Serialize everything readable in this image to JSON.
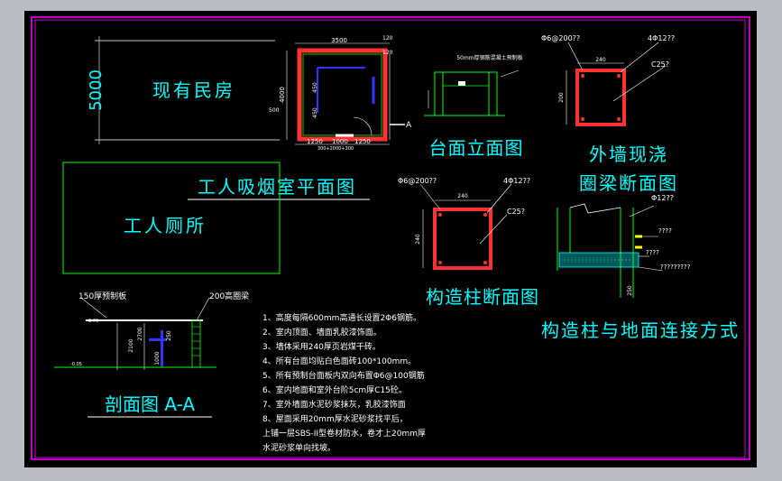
{
  "colors": {
    "background": "#000000",
    "border": "#ff00ff",
    "title": "#00ffff",
    "wall": "#ff3333",
    "green": "#00ff00",
    "dim": "#ffffff",
    "blue": "#3333ff",
    "yellow": "#ffff00"
  },
  "labels": {
    "existing_house": "现有民房",
    "height_5000": "5000",
    "plan_title": "工人吸烟室平面图",
    "toilet": "工人厕所",
    "counter_elevation": "台面立面图",
    "ring_beam_title_1": "外墙现浇",
    "ring_beam_title_2": "圈梁断面图",
    "column_section_title": "构造柱断面图",
    "column_ground_title": "构造柱与地面连接方式",
    "section_title": "剖面图 A-A",
    "section_marker": "A",
    "precast_slab": "150厚预制板",
    "ring_beam_200": "200高圈梁",
    "slab_note": "50mm厚钢筋混凝土预制板"
  },
  "dimensions": {
    "plan_width": "3500",
    "top_120a": "120",
    "top_120b": "120",
    "left_4000": "4000",
    "left_500": "500",
    "mid_450a": "450",
    "mid_450b": "450",
    "bot_1250a": "1250",
    "bot_1000": "1000",
    "bot_1250b": "1250",
    "bot_note": "300+2000+300",
    "ring_240": "240",
    "ring_200": "200",
    "column_240a": "240",
    "column_240b": "240",
    "sec_2100": "2100",
    "sec_2700": "2700",
    "sec_1000": "1000",
    "sec_250": "250",
    "sec_005": "-0.05",
    "sec_270": "2.70"
  },
  "rebar": {
    "ring_stirrup": "Φ6@200??",
    "ring_main": "4Φ12??",
    "ring_concrete": "C25?",
    "col_stirrup": "Φ6@200??",
    "col_main": "4Φ12??",
    "col_concrete": "C25?",
    "conn_bar": "Φ12??",
    "conn_q1": "????",
    "conn_q2": "????",
    "conn_q3": "?????????",
    "conn_250": "250"
  },
  "notes": [
    "1、高度每隔600mm高通长设置2Φ6钢筋。",
    "2、室内顶面、墙面乳胶漆饰面。",
    "3、墙体采用240厚页岩煤干砖。",
    "4、所有台面均贴白色面砖100*100mm。",
    "5、所有预制台面板内双向布置Φ6@100钢筋",
    "6、室内地面和室外台阶5cm厚C15砼。",
    "7、室外墙面水泥砂浆抹灰，乳胶漆饰面",
    "8、屋面采用20mm厚水泥砂浆找平后，",
    "上铺一层SBS-II型卷材防水，卷才上20mm厚",
    "水泥砂浆单向找坡。"
  ]
}
